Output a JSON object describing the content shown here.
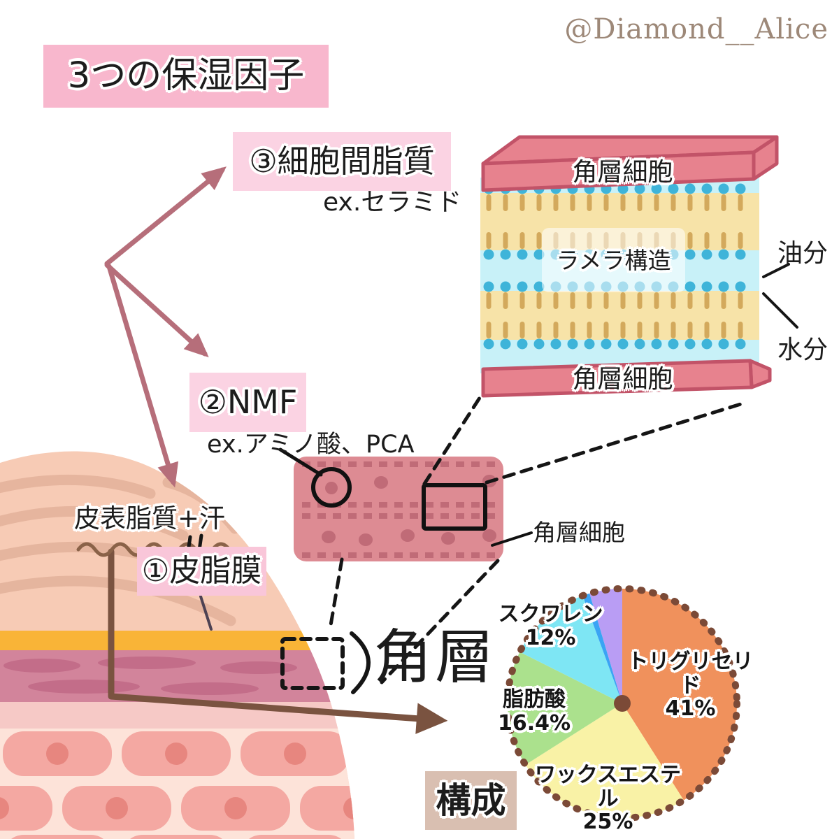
{
  "page": {
    "watermark": "@Diamond__Alice",
    "background": "#ffffff"
  },
  "title": {
    "text": "3つの保湿因子",
    "box_color": "#f8b7cd"
  },
  "factors": {
    "f3": {
      "label": "③細胞間脂質",
      "example": "ex.セラミド",
      "box_color": "#fbd3e3"
    },
    "f2": {
      "label": "②NMF",
      "example": "ex.アミノ酸、PCA",
      "box_color": "#fbd3e3"
    },
    "f1": {
      "label": "①皮脂膜",
      "surface": "皮表脂質+汗",
      "box_color": "#f9c6d9"
    }
  },
  "lamellar": {
    "top_cell_label": "角層細胞",
    "structure_label": "ラメラ構造",
    "bottom_cell_label": "角層細胞",
    "oil_label": "油分",
    "water_label": "水分",
    "colors": {
      "cell": "#e7828e",
      "cell_border": "#c25368",
      "water": "#c8f1f8",
      "water_dot": "#3eb4d9",
      "oil": "#f7e3a8",
      "oil_tail": "#d3a95c"
    }
  },
  "corneocyte": {
    "label": "角層細胞",
    "body_color": "#dd8b93",
    "dot_color": "#c06b77"
  },
  "stratum": {
    "label": "角層"
  },
  "composition": {
    "heading": "構成",
    "heading_box_color": "#d9bfb1",
    "chart_data": {
      "type": "pie",
      "title": "構成",
      "start_angle_deg": -90,
      "direction": "clockwise",
      "border_color": "#7b4a37",
      "slices": [
        {
          "label": "トリグリセリド",
          "value": 41,
          "value_label": "41%",
          "color": "#f0915c"
        },
        {
          "label": "ワックスエステル",
          "value": 25,
          "value_label": "25%",
          "color": "#f9f2a6"
        },
        {
          "label": "脂肪酸",
          "value": 16.4,
          "value_label": "16.4%",
          "color": "#abe18d"
        },
        {
          "label": "スクワレン",
          "value": 12,
          "value_label": "12%",
          "color": "#7ee6f4"
        },
        {
          "label": "",
          "value": 1,
          "value_label": "",
          "color": "#3aa4f4"
        },
        {
          "label": "",
          "value": 4.6,
          "value_label": "",
          "color": "#b99df4"
        }
      ]
    }
  },
  "arrows": {
    "factor_color": "#b66e7a",
    "flow_color": "#7a5340"
  },
  "skin": {
    "colors": {
      "surface": "#f7cbb5",
      "streak": "#e3b29b",
      "sebum": "#f9b437",
      "corneum": "#d2849b",
      "corneum_blob": "#c36d89",
      "granular": "#f6c9c6",
      "cell_bg": "#fde3d9",
      "cell": "#f4a8a2",
      "nucleus": "#e7867f"
    }
  }
}
